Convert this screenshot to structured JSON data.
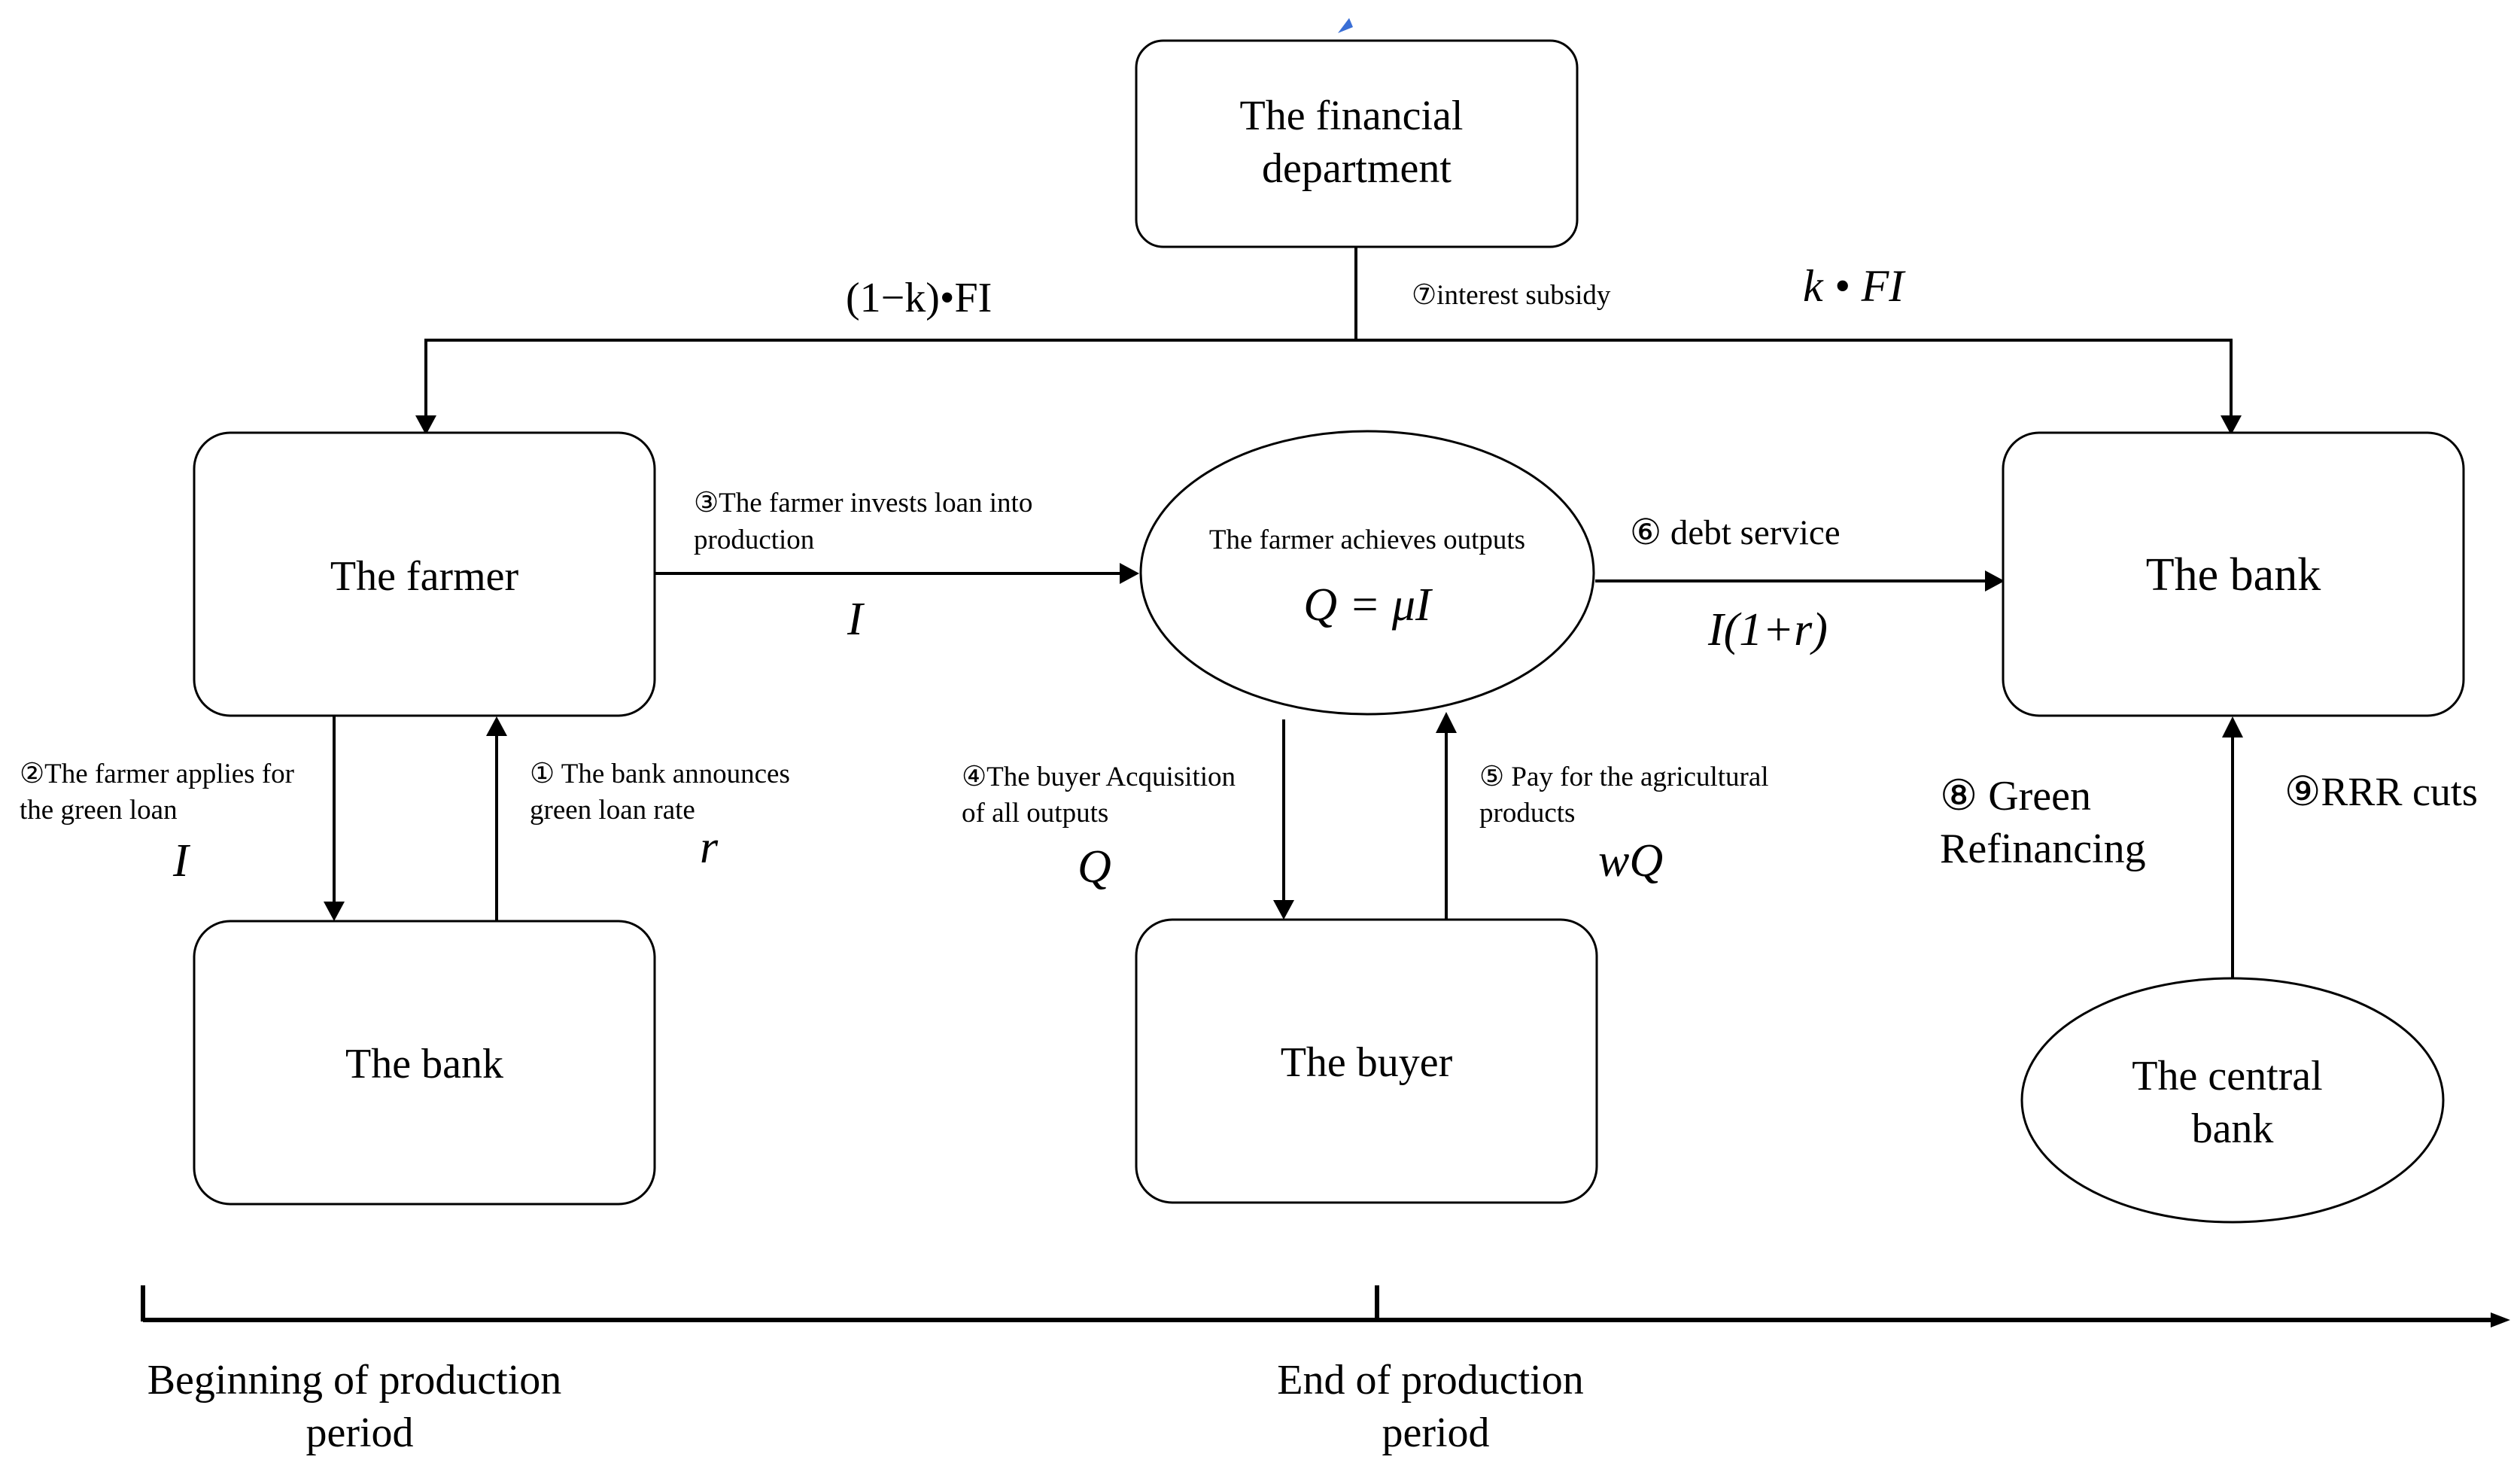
{
  "nodes": {
    "financial_department": [
      "The financial",
      "department"
    ],
    "farmer": "The farmer",
    "farmer_outputs_label": "The farmer achieves outputs",
    "farmer_outputs_formula": "Q = μI",
    "bank_right": "The bank",
    "bank_left": "The bank",
    "buyer": "The buyer",
    "central_bank": [
      "The central",
      "bank"
    ]
  },
  "edges": {
    "step1": {
      "label": [
        "① The bank announces",
        "green loan rate"
      ],
      "symbol": "r"
    },
    "step2": {
      "label": [
        "②The farmer applies for",
        "the green loan"
      ],
      "symbol": "I"
    },
    "step3": {
      "label": [
        "③The farmer invests loan into",
        "production"
      ],
      "symbol": "I"
    },
    "step4": {
      "label": [
        "④The buyer Acquisition",
        "of all outputs"
      ],
      "symbol": "Q"
    },
    "step5": {
      "label": [
        "⑤ Pay for the agricultural",
        "products"
      ],
      "symbol": "wQ"
    },
    "step6": {
      "label": "⑥ debt service",
      "symbol": "I(1+r)"
    },
    "step7": {
      "label": "⑦interest subsidy",
      "farmer_share": "(1−k)•FI",
      "bank_share": "k • FI"
    },
    "step8": {
      "label": [
        "⑧ Green",
        "Refinancing"
      ]
    },
    "step9": {
      "label": "⑨RRR cuts"
    }
  },
  "timeline": {
    "start": [
      "Beginning of production",
      "period"
    ],
    "end": [
      "End of production",
      "period"
    ]
  }
}
